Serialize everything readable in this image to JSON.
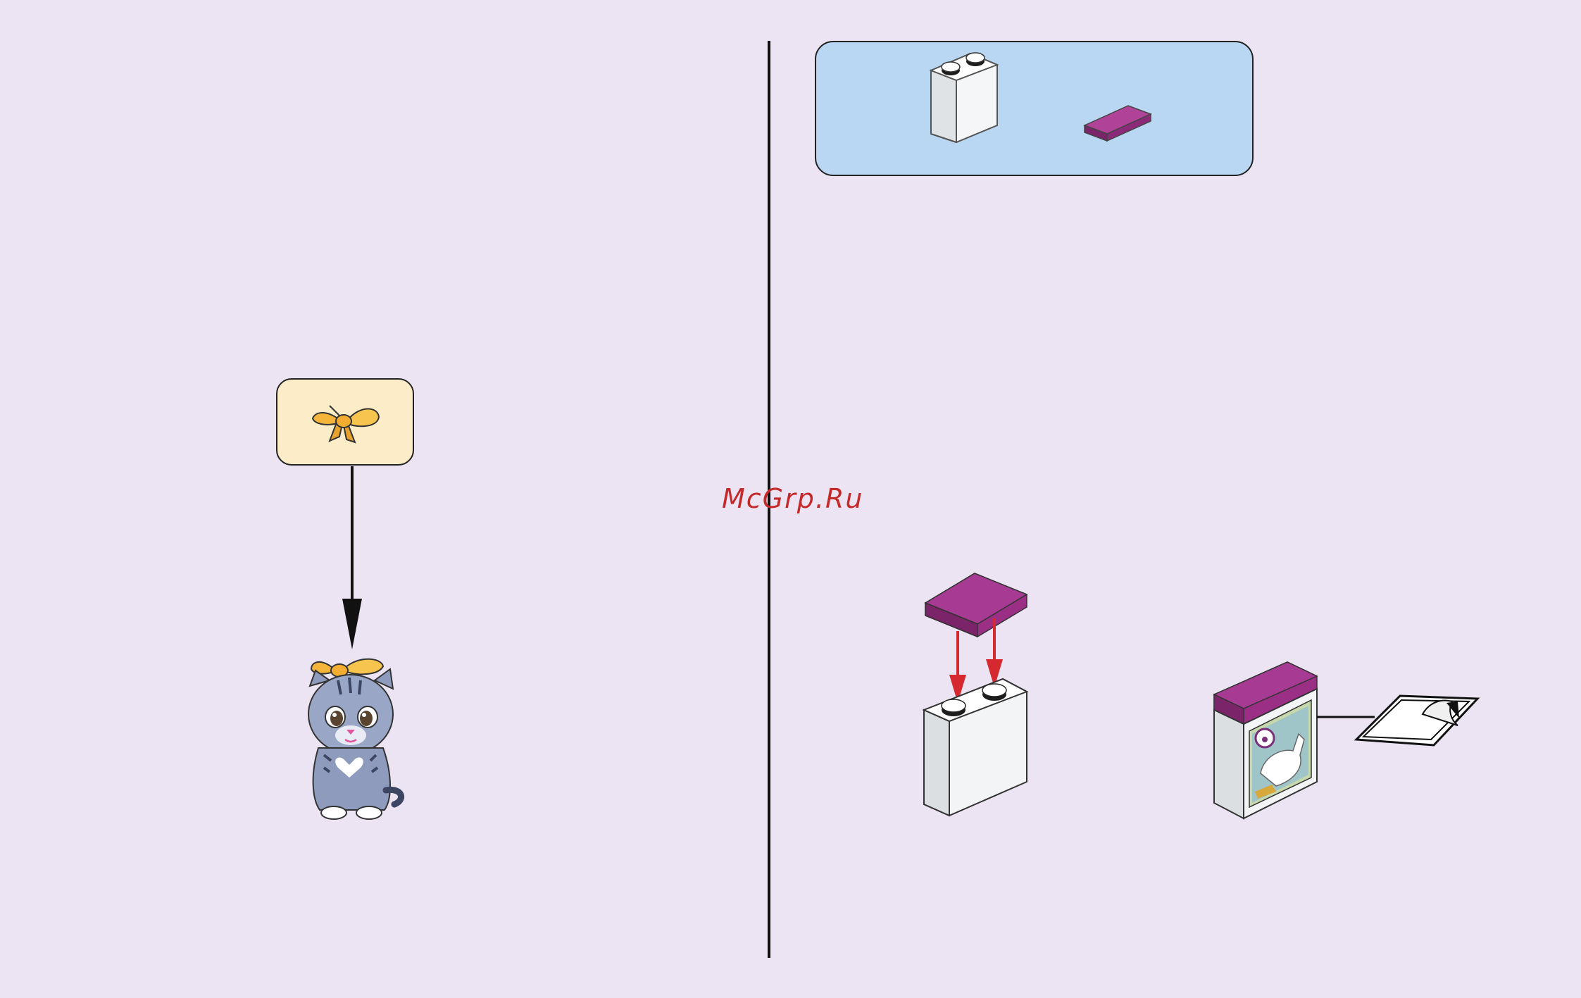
{
  "page": {
    "background": "#ece4f3",
    "divider_color": "#111111"
  },
  "parts_callout": {
    "background": "#b9d7f2",
    "items": [
      "brick-1x2x2-white",
      "tile-1x2-magenta"
    ]
  },
  "sub_parts_callout": {
    "background": "#fdecc8",
    "items": [
      "bow-yellow"
    ]
  },
  "watermark": {
    "text": "McGrp.Ru",
    "color": "#c52a2a"
  },
  "colors": {
    "magenta": "#9b2f86",
    "white_brick": "#f2f4f5",
    "arrow_red": "#d6282f",
    "bow_yellow": "#f5b53b",
    "kitten_grey": "#8f9bbd"
  }
}
